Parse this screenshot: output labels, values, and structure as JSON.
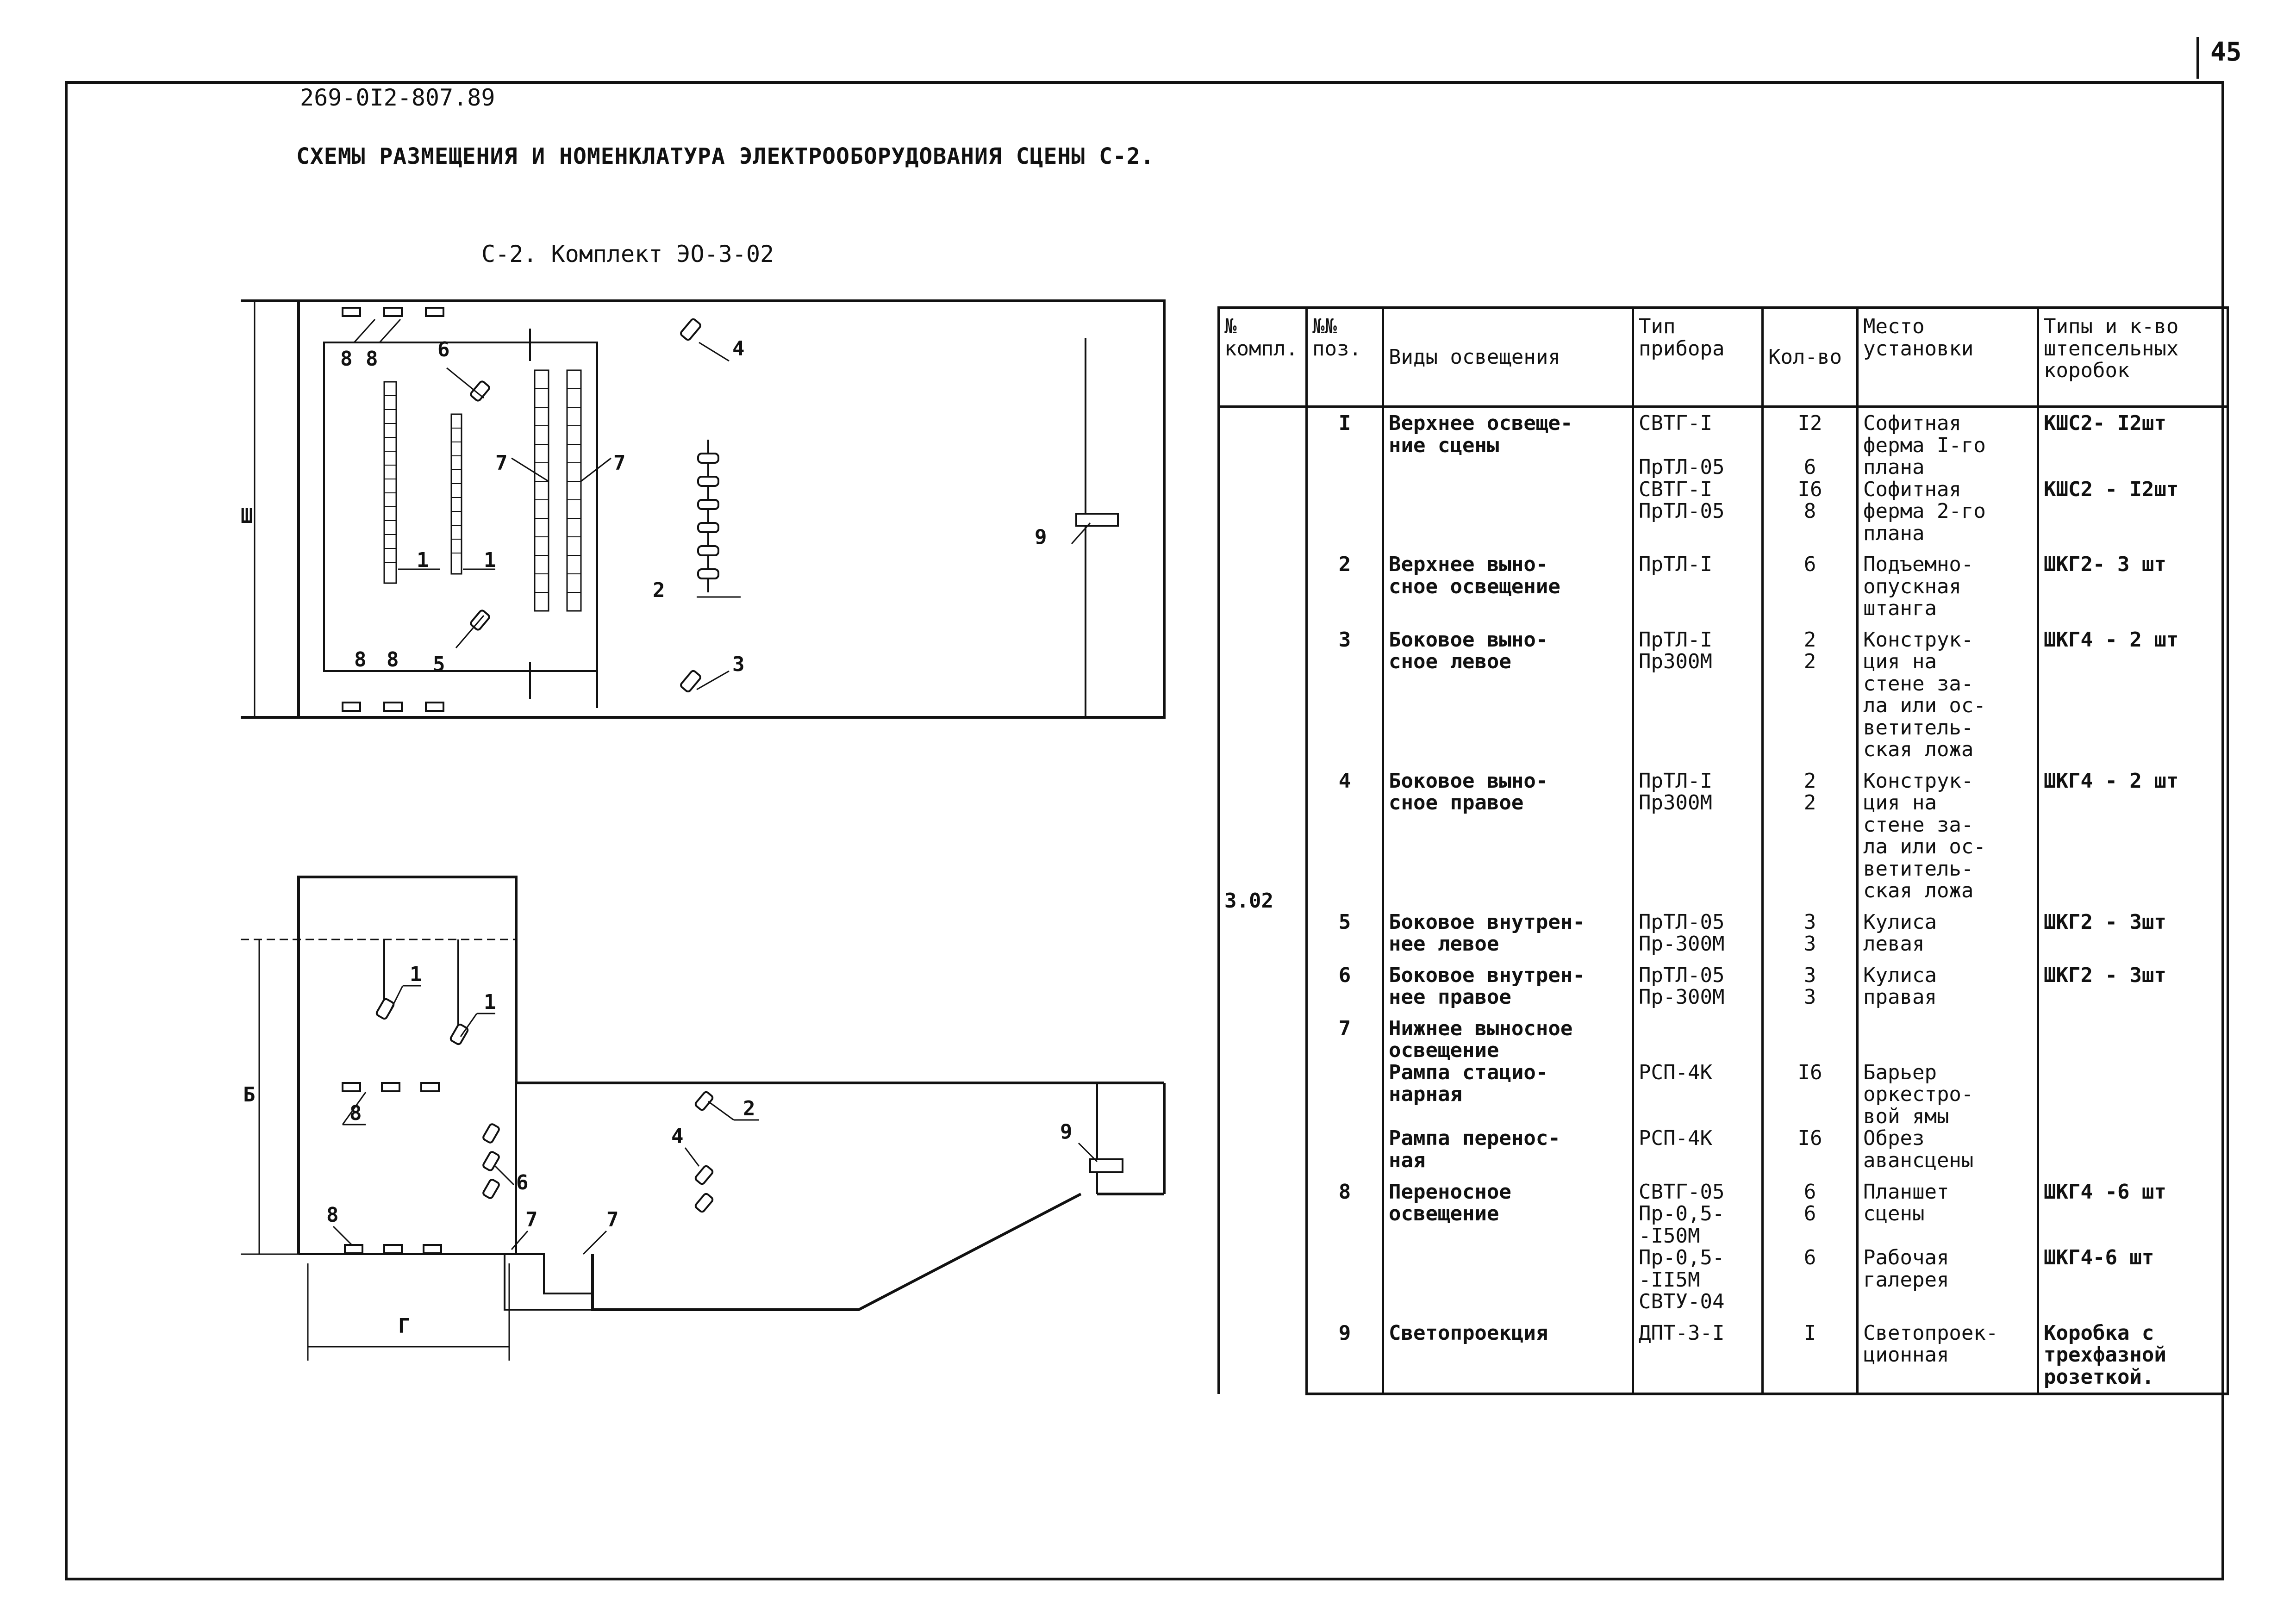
{
  "page": {
    "number": "45",
    "code": "269-0I2-807.89",
    "heading": "СХЕМЫ РАЗМЕЩЕНИЯ И НОМЕНКЛАТУРА ЭЛЕКТРООБОРУДОВАНИЯ СЦЕНЫ С-2.",
    "subtitle": "С-2. Комплект ЭО-3-02"
  },
  "plan_top": {
    "dim_label": "Ш",
    "labels": [
      "1",
      "1",
      "2",
      "3",
      "4",
      "5",
      "6",
      "7",
      "7",
      "8",
      "8",
      "8",
      "8",
      "9"
    ]
  },
  "plan_bottom": {
    "dim_label_vertical": "Б",
    "dim_label_horizontal": "Г",
    "labels": [
      "1",
      "1",
      "2",
      "4",
      "6",
      "7",
      "7",
      "8",
      "8",
      "9"
    ]
  },
  "table": {
    "headers": [
      "№\nкомпл.",
      "№№\nпоз.",
      "Виды освещения",
      "Тип\nприбора",
      "Кол-во",
      "Место\nустановки",
      "Типы и к-во\nштепсельных\nкоробок"
    ],
    "set_number": "3.02",
    "rows": [
      {
        "pos": "I",
        "kind": "Верхнее освеще-\nние сцены",
        "type": "СВТГ-I\n\nПрТЛ-05\nСВТГ-I\nПрТЛ-05",
        "qty": "I2\n\n6\nI6\n8",
        "place": "Софитная\nферма I-го\nплана\nСофитная\nферма 2-го\nплана",
        "boxes": "КШС2- I2шт\n\n\nКШС2 - I2шт"
      },
      {
        "pos": "2",
        "kind": "Верхнее выно-\nсное освещение",
        "type": "ПрТЛ-I",
        "qty": "6",
        "place": "Подъемно-\nопускная\nштанга",
        "boxes": "ШКГ2- 3 шт"
      },
      {
        "pos": "3",
        "kind": "Боковое выно-\nсное левое",
        "type": "ПрТЛ-I\nПр300М",
        "qty": "2\n2",
        "place": "Конструк-\nция на\nстене за-\nла или ос-\nветитель-\nская ложа",
        "boxes": "ШКГ4 - 2 шт"
      },
      {
        "pos": "4",
        "kind": "Боковое выно-\nсное правое",
        "type": "ПрТЛ-I\nПр300М",
        "qty": "2\n2",
        "place": "Конструк-\nция на\nстене за-\nла или ос-\nветитель-\nская ложа",
        "boxes": "ШКГ4 - 2 шт"
      },
      {
        "pos": "5",
        "kind": "Боковое внутрен-\nнее левое",
        "type": "ПрТЛ-05\nПр-300М",
        "qty": "3\n3",
        "place": "Кулиса\nлевая",
        "boxes": "ШКГ2 - 3шт"
      },
      {
        "pos": "6",
        "kind": "Боковое внутрен-\nнее правое",
        "type": "ПрТЛ-05\nПр-300М",
        "qty": "3\n3",
        "place": "Кулиса\nправая",
        "boxes": "ШКГ2 - 3шт"
      },
      {
        "pos": "7",
        "kind": "Нижнее выносное\nосвещение\nРампа стацио-\nнарная\n\nРампа перенос-\nная",
        "type": "\n\nРСП-4К\n\n\nРСП-4К",
        "qty": "\n\nI6\n\n\nI6",
        "place": "\n\nБарьер\nоркестро-\nвой ямы\nОбрез\nавансцены",
        "boxes": ""
      },
      {
        "pos": "8",
        "kind": "Переносное\nосвещение",
        "type": "СВТГ-05\nПр-0,5-\n-I50М\nПр-0,5-\n-II5М\nСВТУ-04",
        "qty": "6\n6\n\n6",
        "place": "Планшет\nсцены\n\nРабочая\nгалерея",
        "boxes": "ШКГ4 -6 шт\n\n\nШКГ4-6 шт"
      },
      {
        "pos": "9",
        "kind": "Светопроекция",
        "type": "ДПТ-3-I",
        "qty": "I",
        "place": "Светопроек-\nционная",
        "boxes": "Коробка с\nтрехфазной\nрозеткой."
      }
    ]
  }
}
